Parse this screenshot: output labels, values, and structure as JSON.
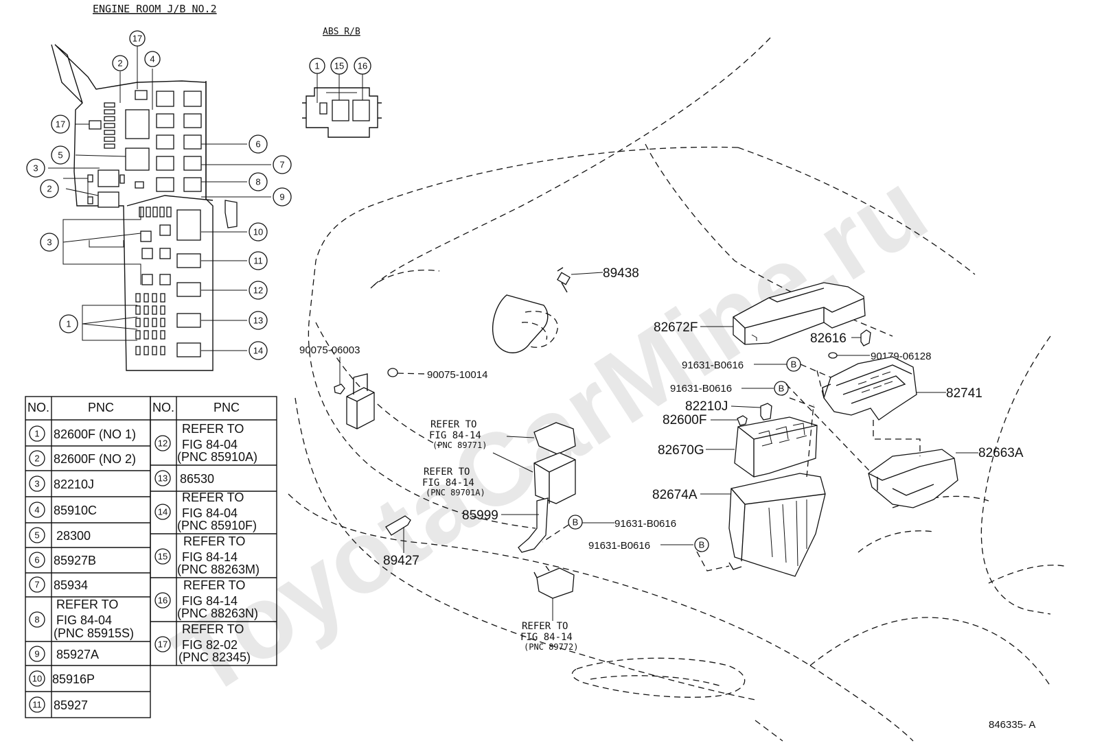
{
  "titles": {
    "jb": "ENGINE ROOM J/B NO.2",
    "abs": "ABS R/B"
  },
  "watermark": "ToyotaCarMine.ru",
  "footer_code": "846335- A",
  "jb_callouts": [
    "17",
    "2",
    "4",
    "17",
    "5",
    "3",
    "2",
    "3",
    "1",
    "6",
    "7",
    "8",
    "9",
    "10",
    "11",
    "12",
    "13",
    "14"
  ],
  "abs_callouts": [
    "1",
    "15",
    "16"
  ],
  "table": {
    "headers": [
      "NO.",
      "PNC",
      "NO.",
      "PNC"
    ],
    "left": [
      {
        "no": "1",
        "pnc": "82600F  (NO 1)"
      },
      {
        "no": "2",
        "pnc": "82600F  (NO 2)"
      },
      {
        "no": "3",
        "pnc": "82210J"
      },
      {
        "no": "4",
        "pnc": "85910C"
      },
      {
        "no": "5",
        "pnc": "28300"
      },
      {
        "no": "6",
        "pnc": "85927B"
      },
      {
        "no": "7",
        "pnc": "85934"
      },
      {
        "no": "8",
        "l1": "REFER TO",
        "l2": "FIG  84-04",
        "l3": "(PNC 85915S)"
      },
      {
        "no": "9",
        "pnc": "85927A"
      },
      {
        "no": "10",
        "pnc": "85916P"
      },
      {
        "no": "11",
        "pnc": "85927"
      }
    ],
    "right": [
      {
        "no": "12",
        "l1": "REFER TO",
        "l2": "FIG  84-04",
        "l3": "(PNC 85910A)"
      },
      {
        "no": "13",
        "pnc": "86530"
      },
      {
        "no": "14",
        "l1": "REFER TO",
        "l2": "FIG  84-04",
        "l3": "(PNC 85910F)"
      },
      {
        "no": "15",
        "l1": "REFER TO",
        "l2": "FIG  84-14",
        "l3": "(PNC 88263M)"
      },
      {
        "no": "16",
        "l1": "REFER TO",
        "l2": "FIG  84-14",
        "l3": "(PNC 88263N)"
      },
      {
        "no": "17",
        "l1": "REFER TO",
        "l2": "FIG  82-02",
        "l3": "(PNC 82345)"
      }
    ]
  },
  "parts": {
    "p89438": "89438",
    "p82672F": "82672F",
    "p82616": "82616",
    "p90179": "90179-06128",
    "p91631a": "91631-B0616",
    "p91631b": "91631-B0616",
    "p82741": "82741",
    "p82210J": "82210J",
    "p82600F": "82600F",
    "p82670G": "82670G",
    "p82663A": "82663A",
    "p82674A": "82674A",
    "p90075a": "90075-06003",
    "p90075b": "90075-10014",
    "p85999": "85999",
    "p91631c": "91631-B0616",
    "p91631d": "91631-B0616",
    "p89427": "89427",
    "badge": "B"
  },
  "refs": {
    "r1": {
      "l1": "REFER TO",
      "l2": "FIG 84-14",
      "l3": "(PNC 89771)"
    },
    "r2": {
      "l1": "REFER TO",
      "l2": "FIG 84-14",
      "l3": "(PNC 89701A)"
    },
    "r3": {
      "l1": "REFER TO",
      "l2": "FIG 84-14",
      "l3": "(PNC 89772)"
    }
  }
}
